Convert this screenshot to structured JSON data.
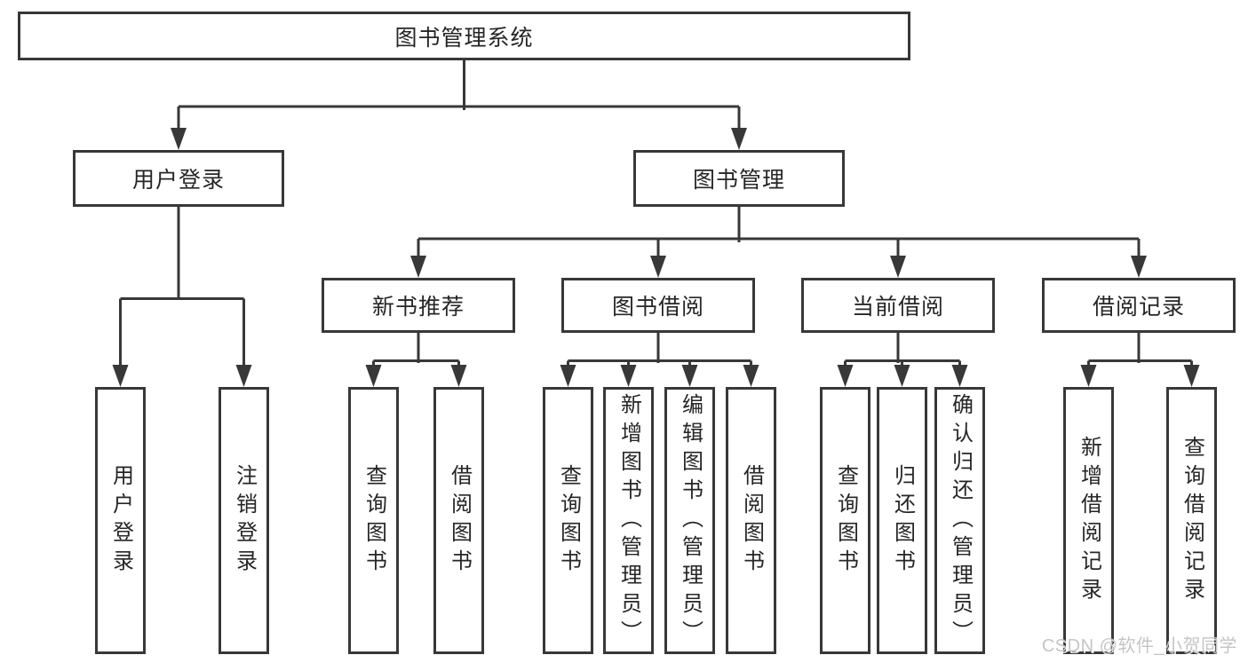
{
  "diagram": {
    "root": {
      "label": "图书管理系统"
    },
    "user_login": {
      "label": "用户登录",
      "children": [
        {
          "label": "用户登录"
        },
        {
          "label": "注销登录"
        }
      ]
    },
    "book_management": {
      "label": "图书管理",
      "groups": [
        {
          "label": "新书推荐",
          "children": [
            {
              "label": "查询图书"
            },
            {
              "label": "借阅图书"
            }
          ]
        },
        {
          "label": "图书借阅",
          "children": [
            {
              "label": "查询图书"
            },
            {
              "label": "新增图书（管理员）"
            },
            {
              "label": "编辑图书（管理员）"
            },
            {
              "label": "借阅图书"
            }
          ]
        },
        {
          "label": "当前借阅",
          "children": [
            {
              "label": "查询图书"
            },
            {
              "label": "归还图书"
            },
            {
              "label": "确认归还（管理员）"
            }
          ]
        },
        {
          "label": "借阅记录",
          "children": [
            {
              "label": "新增借阅记录"
            },
            {
              "label": "查询借阅记录"
            }
          ]
        }
      ]
    }
  },
  "watermark": {
    "text": "CSDN @软件_小贺同学"
  },
  "colors": {
    "line": "#383838",
    "box_border": "#383838",
    "text": "#262626",
    "watermark": "#c5c5c5",
    "background": "#ffffff"
  }
}
